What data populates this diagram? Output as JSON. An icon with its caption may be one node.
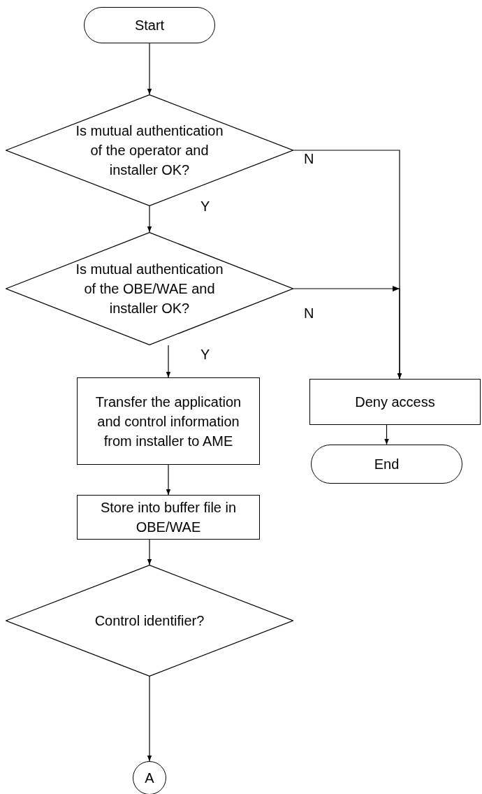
{
  "diagram": {
    "nodes": [
      {
        "text": [
          "Start"
        ]
      },
      {
        "text": [
          "Is mutual authentication of the operator and installer OK?"
        ]
      },
      {
        "text": [
          "Is mutual authentication of the OBE/WAE and installer OK?"
        ]
      },
      {
        "text": [
          "Transfer the application and control information from installer to AME"
        ]
      },
      {
        "text": [
          "Deny access"
        ]
      },
      {
        "text": [
          "Store into buffer file in OBE/WAE"
        ]
      },
      {
        "text": [
          "Control identifier?"
        ]
      },
      {
        "text": [
          "A"
        ]
      },
      {
        "text": [
          "End"
        ]
      }
    ],
    "edges": [
      {
        "from": 0,
        "to": 1,
        "arrow": "to"
      },
      {
        "from": 1,
        "to": 2,
        "arrow": "to",
        "label": "Y"
      },
      {
        "from": 1,
        "to": 4,
        "arrow": "to",
        "label": "N"
      },
      {
        "from": 2,
        "to": 4,
        "arrow": "to",
        "label": "N"
      },
      {
        "from": 2,
        "to": 3,
        "arrow": "to",
        "label": "Y"
      },
      {
        "from": 3,
        "to": 5,
        "arrow": "to"
      },
      {
        "from": 5,
        "to": 6,
        "arrow": "to"
      },
      {
        "from": 6,
        "to": 7,
        "arrow": "to"
      },
      {
        "from": 4,
        "to": 8,
        "arrow": "to"
      }
    ]
  }
}
